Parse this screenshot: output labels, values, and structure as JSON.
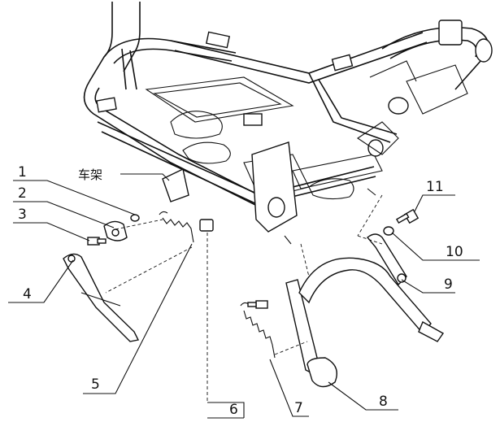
{
  "frame_label": "车架",
  "callouts": [
    "1",
    "2",
    "3",
    "4",
    "5",
    "6",
    "7",
    "8",
    "9",
    "10",
    "11"
  ]
}
